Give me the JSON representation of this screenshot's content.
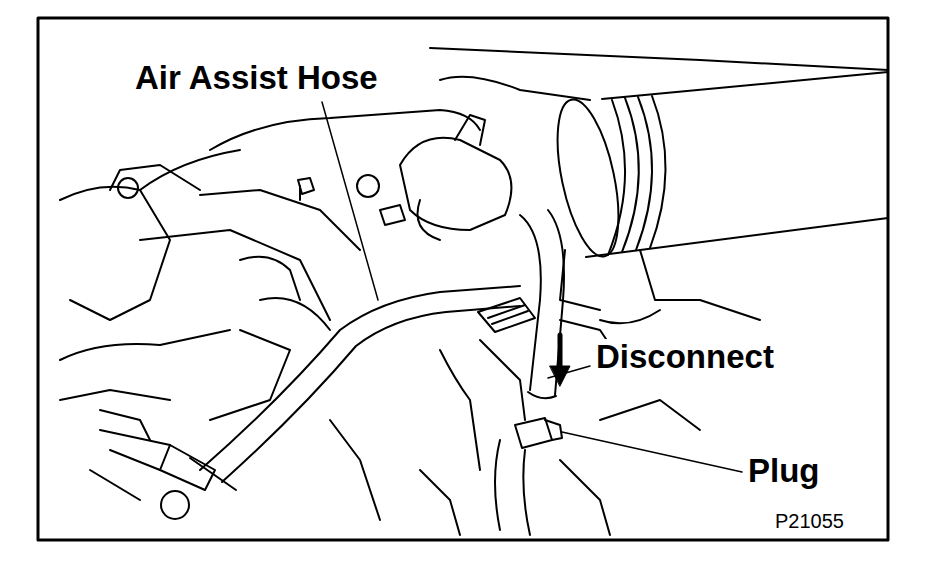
{
  "diagram": {
    "labels": [
      "Air Assist Hose",
      "Disconnect",
      "Plug",
      "P21055"
    ]
  }
}
